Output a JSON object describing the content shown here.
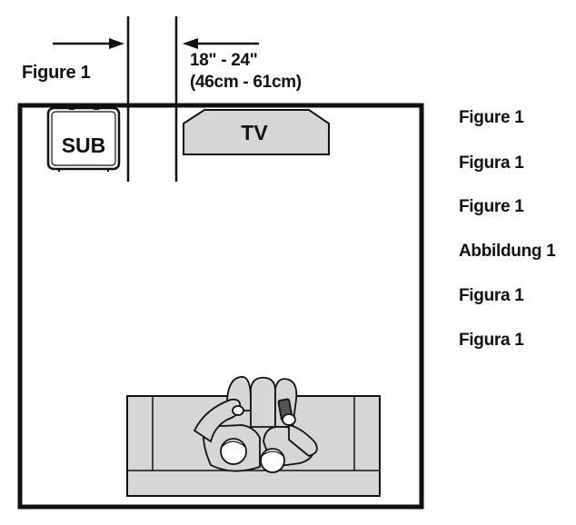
{
  "caption_left": "Figure 1",
  "distance": {
    "imperial": "18\" - 24\"",
    "metric": "(46cm - 61cm)"
  },
  "sub_label": "SUB",
  "tv_label": "TV",
  "legend": [
    "Figure 1",
    "Figura 1",
    "Figure 1",
    "Abbildung 1",
    "Figura 1",
    "Figura 1"
  ],
  "colors": {
    "line": "#111111",
    "fill_gray": "#d6d6d6",
    "background": "#ffffff"
  }
}
